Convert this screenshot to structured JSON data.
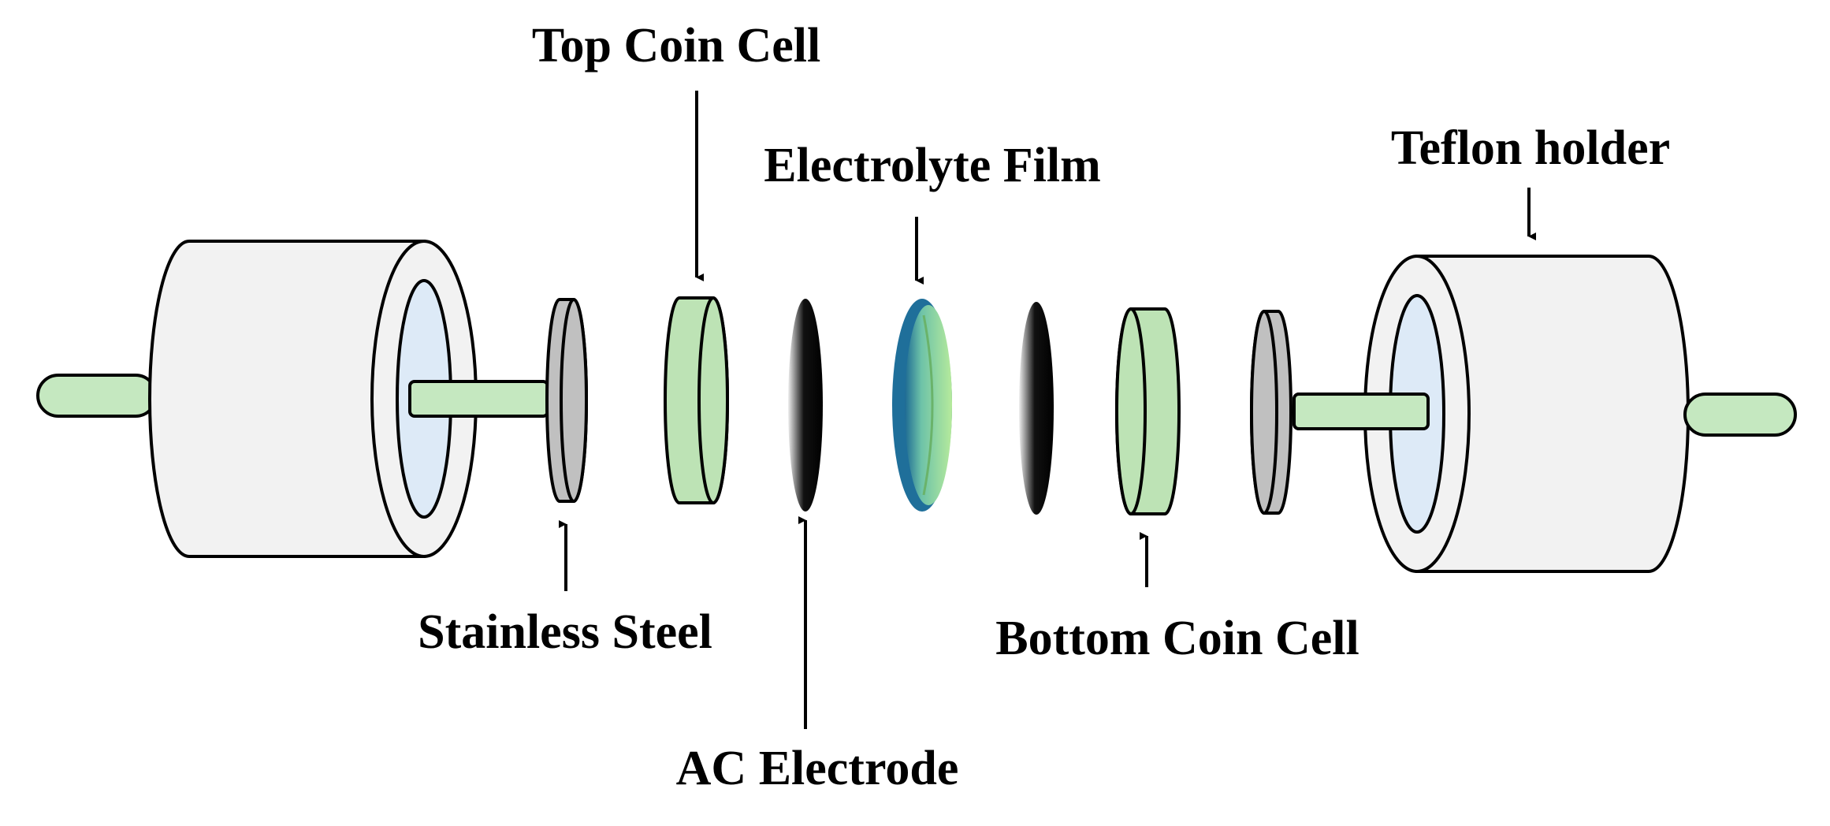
{
  "labels": {
    "top_coin_cell": "Top Coin Cell",
    "electrolyte_film": "Electrolyte Film",
    "teflon_holder": "Teflon holder",
    "stainless_steel": "Stainless Steel",
    "ac_electrode": "AC Electrode",
    "bottom_coin_cell": "Bottom Coin Cell"
  },
  "colors": {
    "teflon": "#f2f2f2",
    "teflon_face_inner": "#ddeaf7",
    "rod": "#c5e8c0",
    "coin_cell": "#bde3b5",
    "stainless_steel": "#c0c0c0",
    "electrode": "#000000",
    "electrolyte_fill": "#a8e29a",
    "electrolyte_edge": "#1f6f9a",
    "outline": "#000000"
  }
}
